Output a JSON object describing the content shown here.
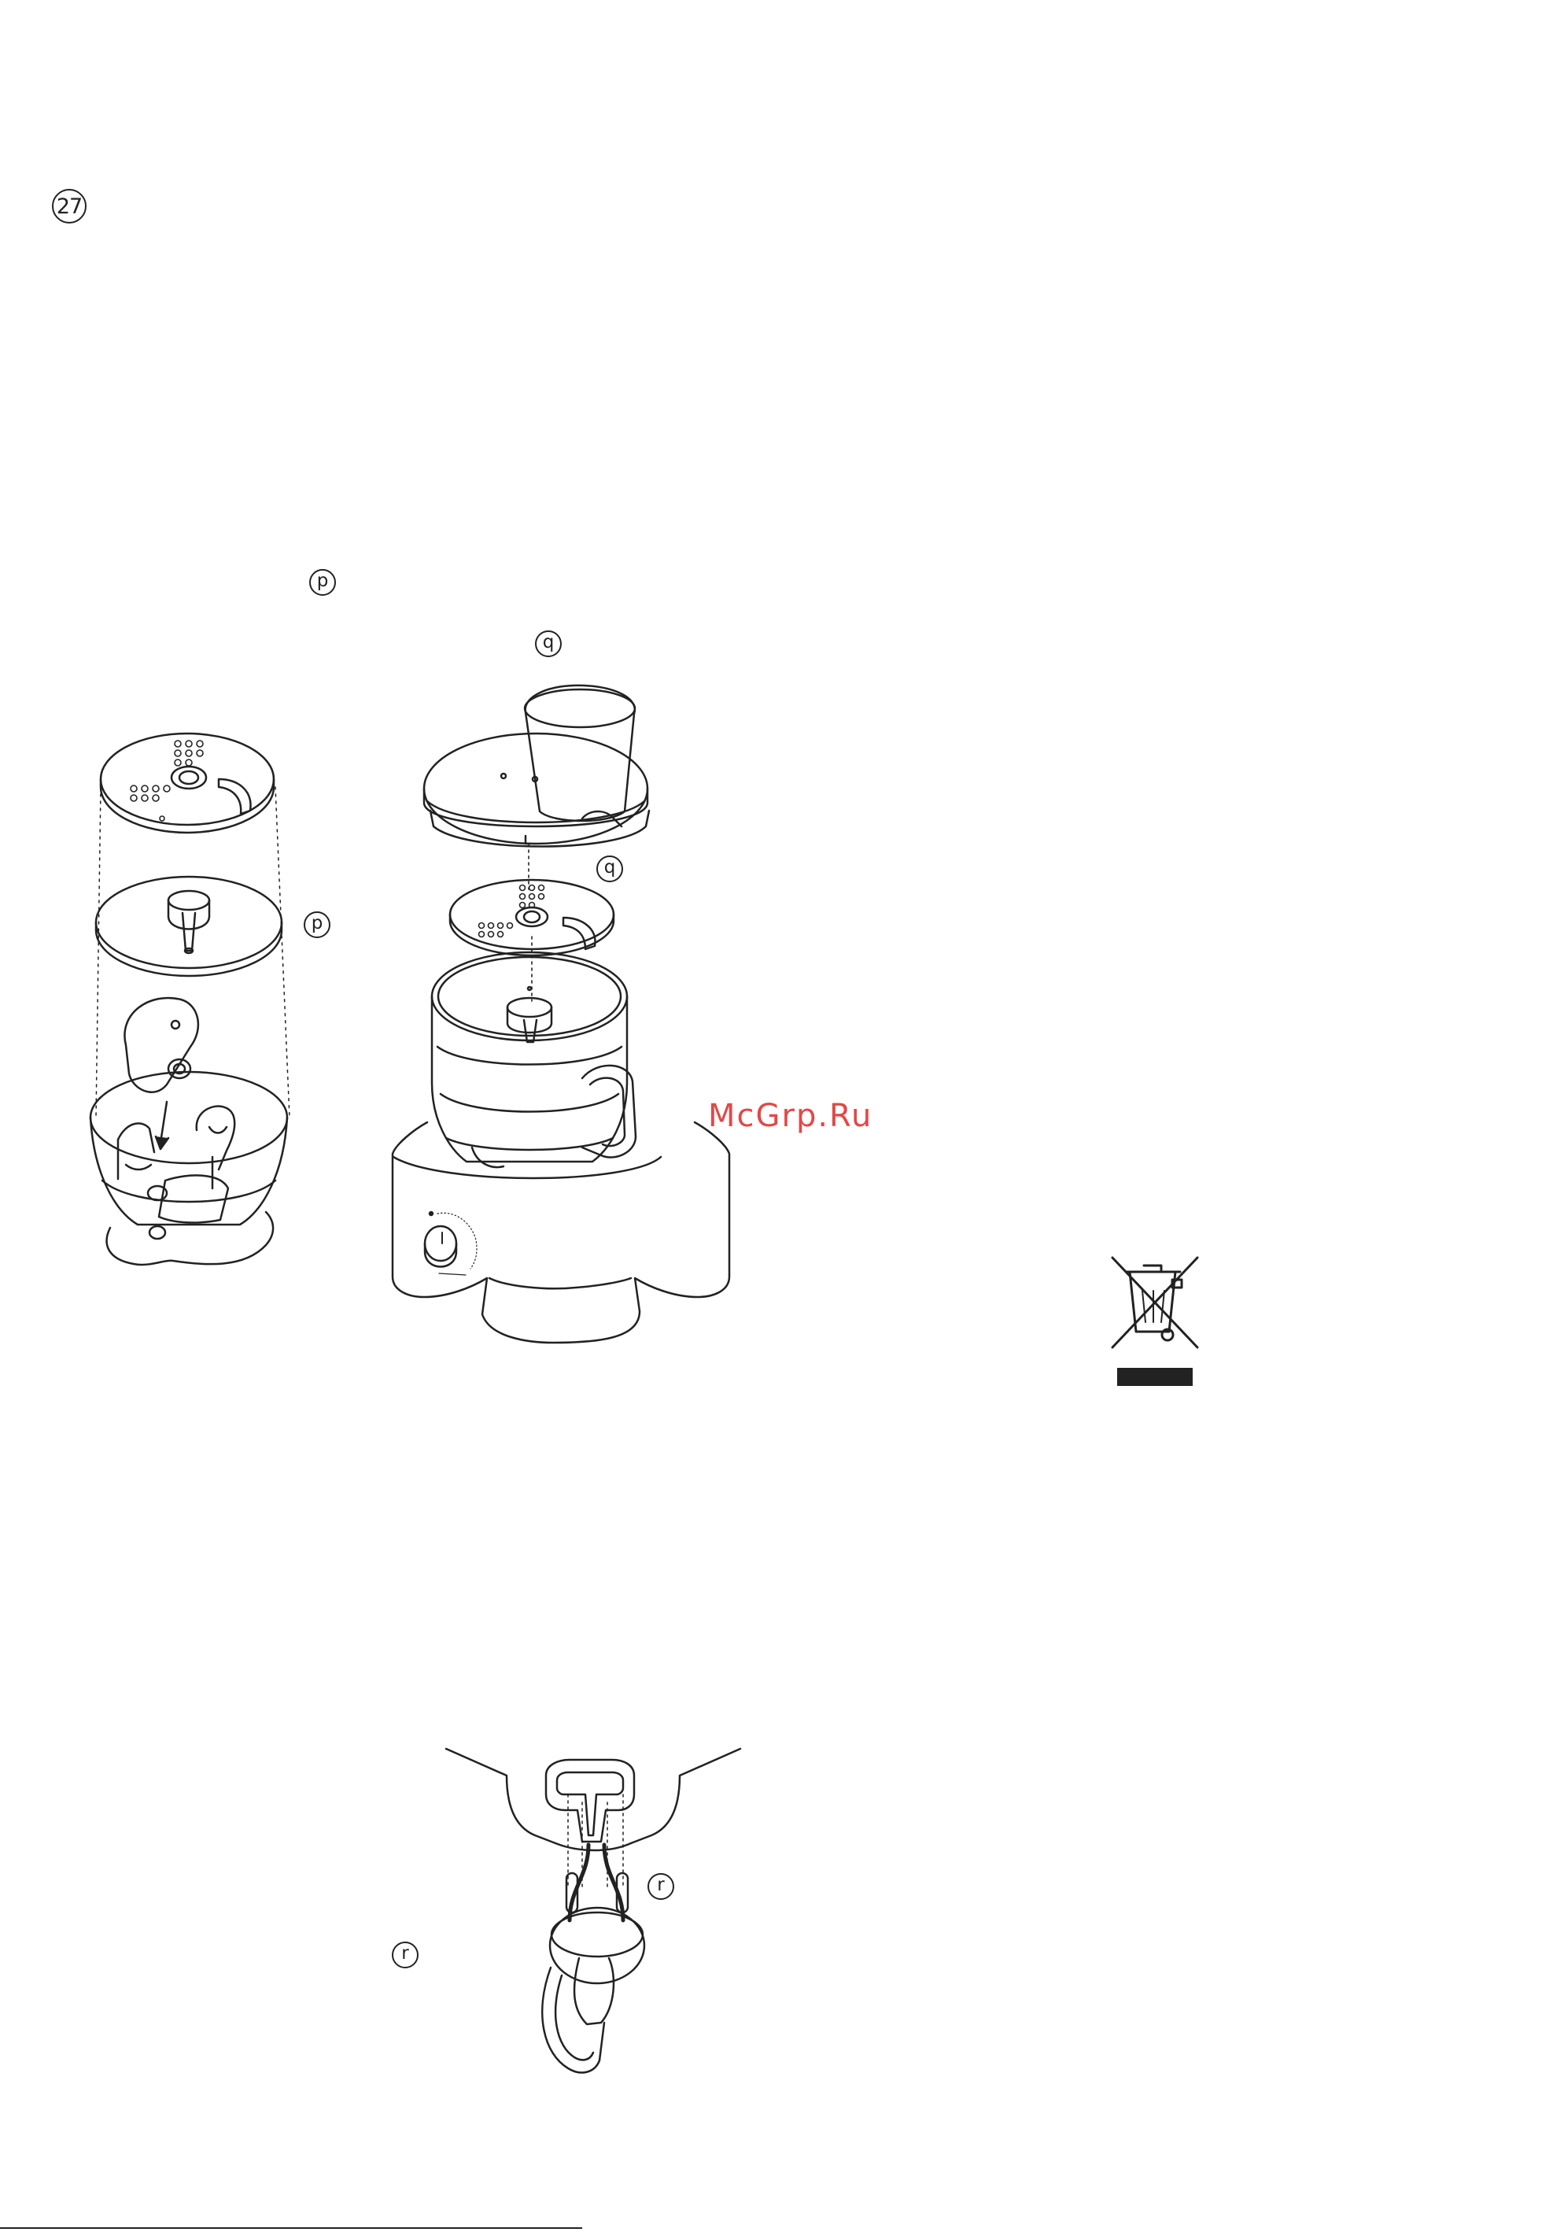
{
  "page": {
    "figure_number": "27",
    "watermark": "McGrp.Ru"
  },
  "callouts": {
    "p_top": "p",
    "q_top": "q",
    "q_side": "q",
    "p_side": "p",
    "r_side": "r",
    "r_left": "r"
  },
  "icons": {
    "disposal": "crossed-out-wheelie-bin-icon"
  },
  "colors": {
    "line": "#222222",
    "watermark": "#e24848"
  }
}
